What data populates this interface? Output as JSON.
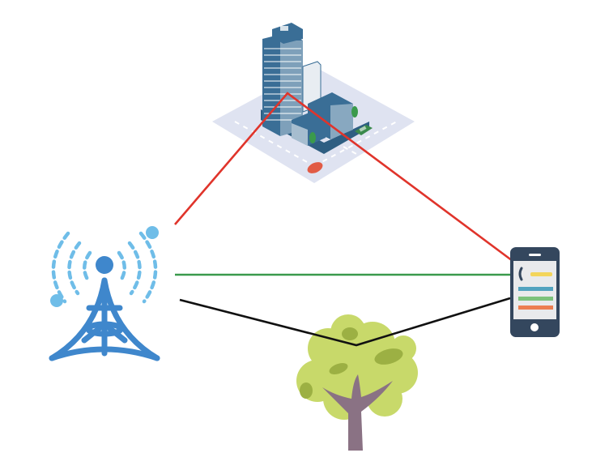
{
  "diagram": {
    "type": "multipath-propagation",
    "nodes": [
      {
        "id": "tower",
        "role": "transmitter",
        "icon": "cell-tower-icon"
      },
      {
        "id": "building",
        "role": "reflector",
        "icon": "city-building-icon"
      },
      {
        "id": "tree",
        "role": "obstacle",
        "icon": "tree-icon"
      },
      {
        "id": "phone",
        "role": "receiver",
        "icon": "smartphone-icon"
      }
    ],
    "paths": [
      {
        "id": "reflected",
        "via": "building",
        "color": "#e0342b"
      },
      {
        "id": "direct",
        "via": null,
        "color": "#3a9a4c"
      },
      {
        "id": "scattered",
        "via": "tree",
        "color": "#111111"
      }
    ]
  },
  "colors": {
    "tower_dark": "#3f87cc",
    "tower_light": "#6fbde8",
    "building_blue": "#3a6e96",
    "ground": "#dfe3f1",
    "tree_light": "#c8d96a",
    "tree_dark": "#9cb043",
    "trunk": "#8a7284",
    "phone_body": "#34475e",
    "phone_screen": "#e9eaec",
    "bar_yellow": "#f3d55b",
    "bar_blue": "#52a3bf",
    "bar_green": "#7cc27c",
    "bar_orange": "#ec7e51"
  }
}
